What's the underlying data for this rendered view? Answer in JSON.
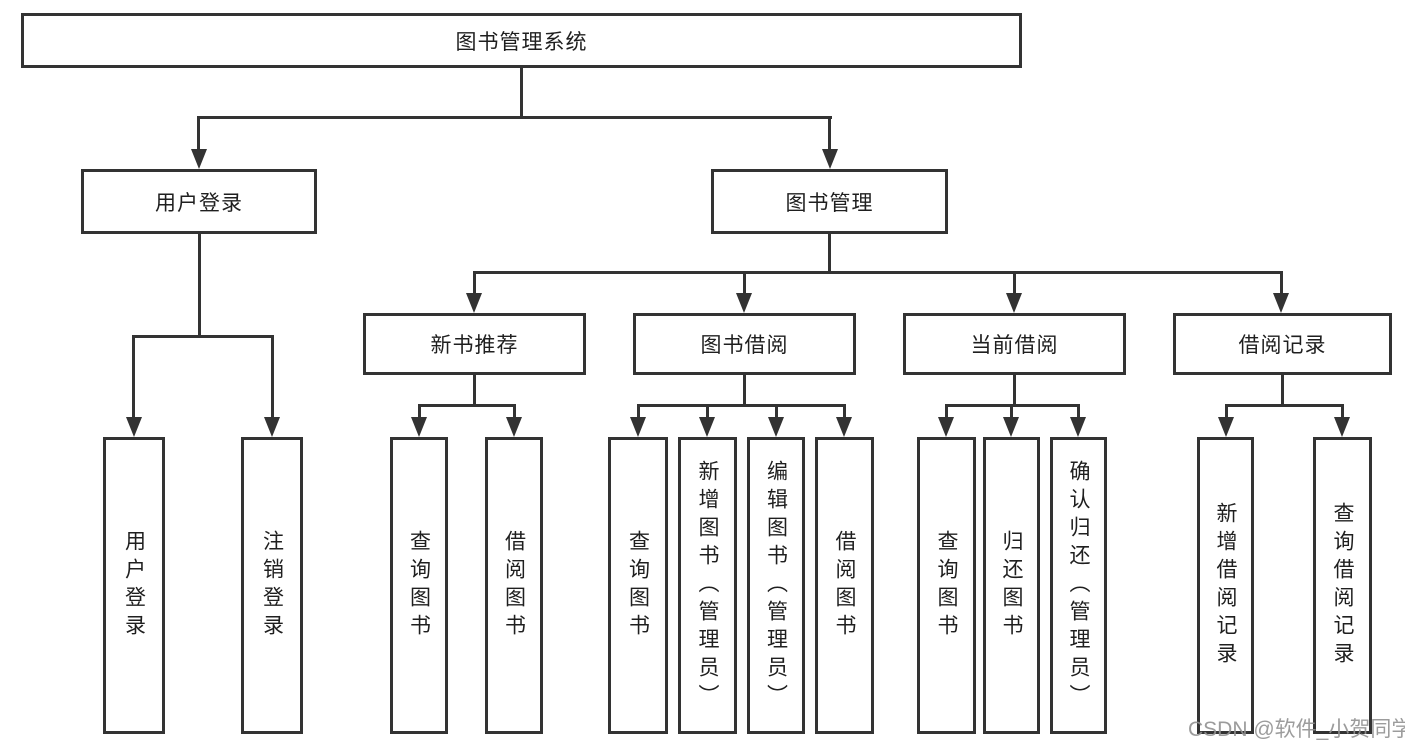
{
  "tree": {
    "root": {
      "label": "图书管理系统"
    },
    "branches": [
      {
        "label": "用户登录",
        "children": [
          {
            "label": "用户登录"
          },
          {
            "label": "注销登录"
          }
        ]
      },
      {
        "label": "图书管理",
        "children": [
          {
            "label": "新书推荐",
            "children": [
              {
                "label": "查询图书"
              },
              {
                "label": "借阅图书"
              }
            ]
          },
          {
            "label": "图书借阅",
            "children": [
              {
                "label": "查询图书"
              },
              {
                "label": "新增图书（管理员）"
              },
              {
                "label": "编辑图书（管理员）"
              },
              {
                "label": "借阅图书"
              }
            ]
          },
          {
            "label": "当前借阅",
            "children": [
              {
                "label": "查询图书"
              },
              {
                "label": "归还图书"
              },
              {
                "label": "确认归还（管理员）"
              }
            ]
          },
          {
            "label": "借阅记录",
            "children": [
              {
                "label": "新增借阅记录"
              },
              {
                "label": "查询借阅记录"
              }
            ]
          }
        ]
      }
    ]
  },
  "watermark": {
    "text": "CSDN @软件_小贺同学"
  },
  "colors": {
    "line": "#333333",
    "text": "#1f1f1f",
    "background": "#ffffff",
    "watermark": "#919191"
  }
}
